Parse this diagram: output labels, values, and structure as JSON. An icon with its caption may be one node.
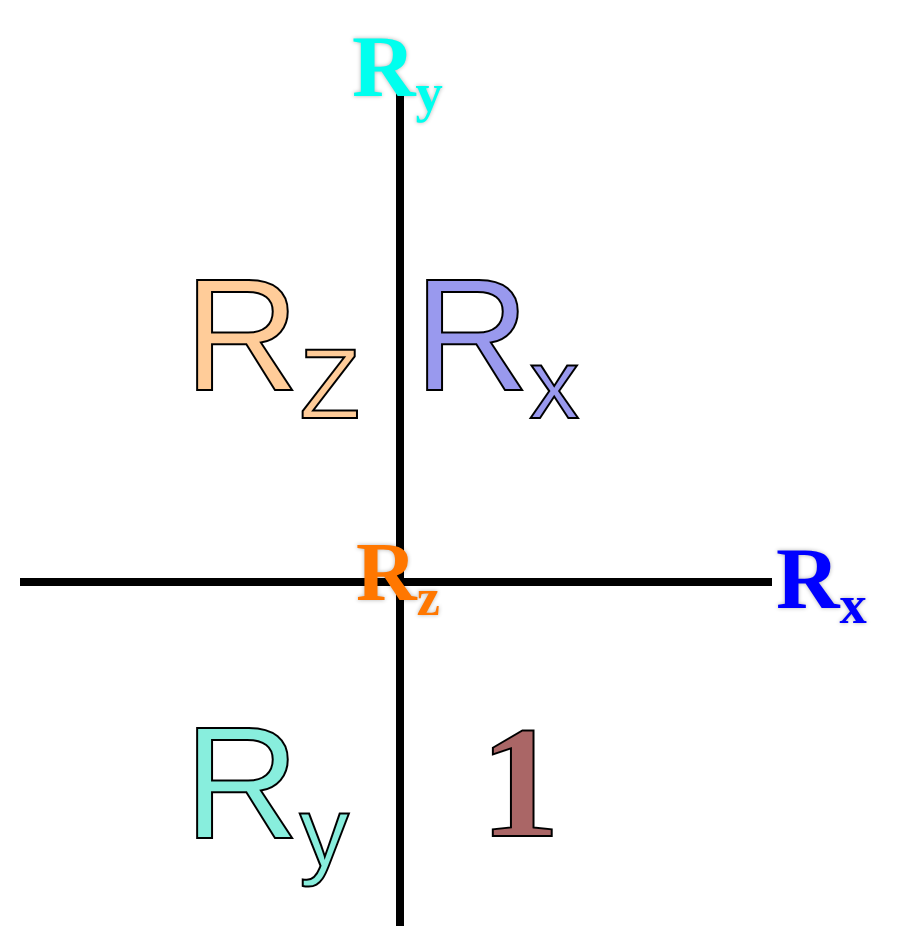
{
  "diagram": {
    "labels": [
      "R$_{y}$",
      "R$_{Z}$",
      "R$_{x}$",
      "R$_{z}$",
      "R$_{x}$",
      "R$_{y}$",
      "1"
    ]
  }
}
